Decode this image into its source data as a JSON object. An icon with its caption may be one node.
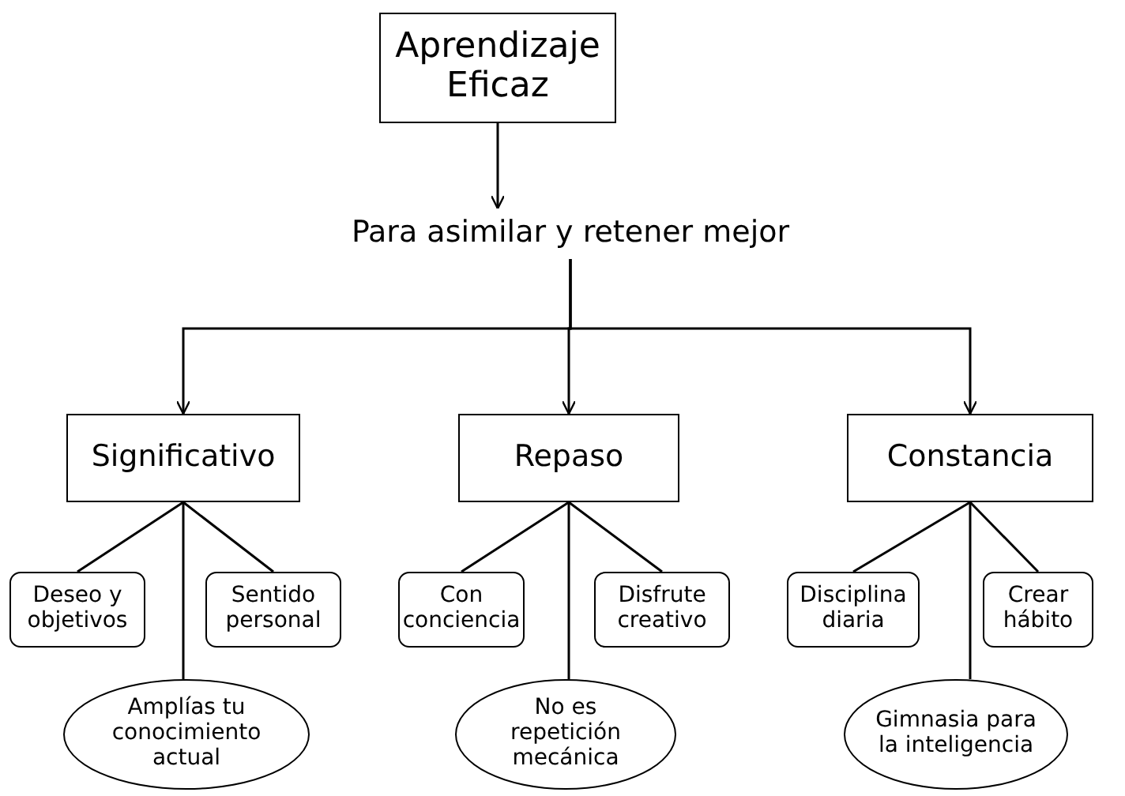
{
  "diagram": {
    "nodes": [
      {
        "text": [
          "Aprendizaje Eficaz"
        ]
      },
      {
        "text": [
          "Para asimilar y retener mejor"
        ]
      },
      {
        "text": [
          "Significativo"
        ]
      },
      {
        "text": [
          "Repaso"
        ]
      },
      {
        "text": [
          "Constancia"
        ]
      },
      {
        "text": [
          "Deseo y objetivos"
        ]
      },
      {
        "text": [
          "Sentido personal"
        ]
      },
      {
        "text": [
          "Con conciencia"
        ]
      },
      {
        "text": [
          "Disfrute creativo"
        ]
      },
      {
        "text": [
          "Disciplina diaria"
        ]
      },
      {
        "text": [
          "Crear hábito"
        ]
      },
      {
        "text": [
          "Amplías tu conocimiento actual"
        ]
      },
      {
        "text": [
          "No es repetición mecánica"
        ]
      },
      {
        "text": [
          "Gimnasia para la inteligencia"
        ]
      }
    ],
    "edges": [
      {
        "from": 0,
        "to": 1,
        "arrow": "to"
      },
      {
        "from": 1,
        "to": 2,
        "arrow": "to"
      },
      {
        "from": 1,
        "to": 3,
        "arrow": "to"
      },
      {
        "from": 1,
        "to": 4,
        "arrow": "to"
      },
      {
        "from": 2,
        "to": 5,
        "arrow": "none"
      },
      {
        "from": 2,
        "to": 6,
        "arrow": "none"
      },
      {
        "from": 2,
        "to": 11,
        "arrow": "none"
      },
      {
        "from": 3,
        "to": 7,
        "arrow": "none"
      },
      {
        "from": 3,
        "to": 8,
        "arrow": "none"
      },
      {
        "from": 3,
        "to": 12,
        "arrow": "none"
      },
      {
        "from": 4,
        "to": 9,
        "arrow": "none"
      },
      {
        "from": 4,
        "to": 10,
        "arrow": "none"
      },
      {
        "from": 4,
        "to": 13,
        "arrow": "none"
      }
    ]
  }
}
